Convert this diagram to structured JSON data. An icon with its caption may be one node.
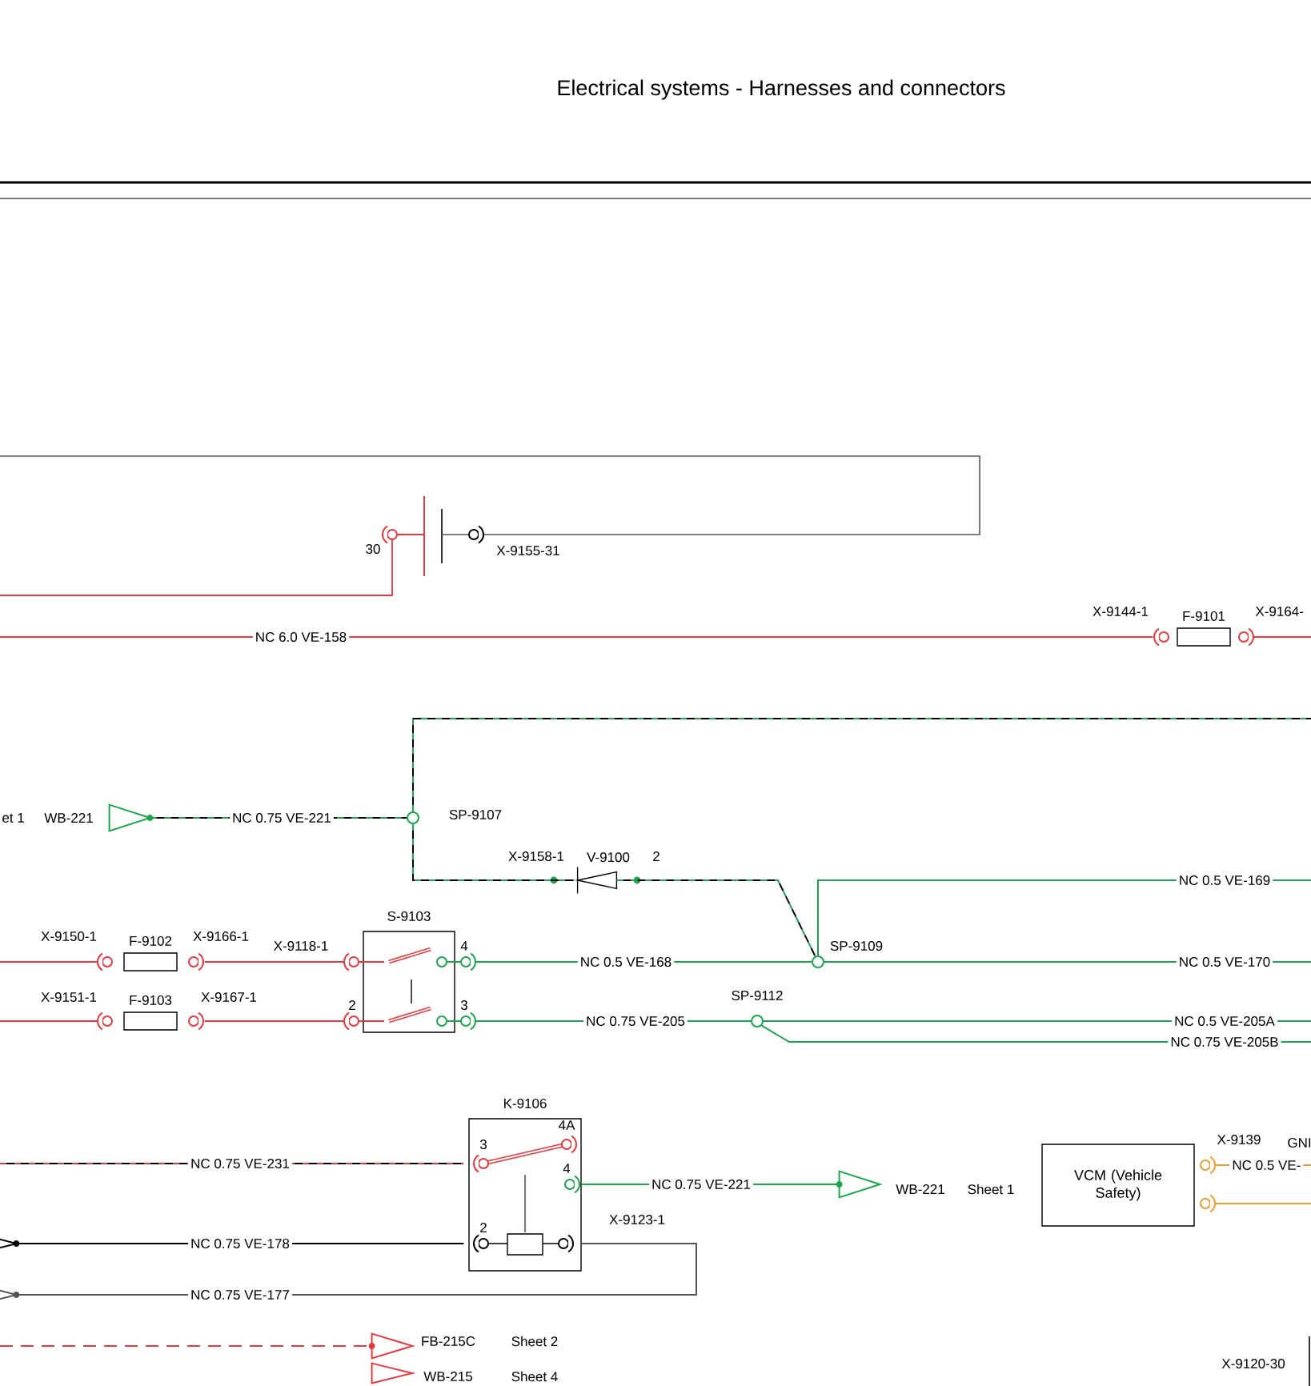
{
  "diagram": {
    "title": "Electrical systems - Harnesses and connectors",
    "nodes": [
      {
        "text": [
          "F-9101"
        ]
      },
      {
        "text": [
          "F-9102"
        ]
      },
      {
        "text": [
          "F-9103"
        ]
      },
      {
        "text": [
          "S-9103"
        ],
        "beside": [
          "4",
          "3"
        ]
      },
      {
        "text": [],
        "shape": "triangle",
        "beside": [
          "et 1",
          "WB-221"
        ]
      },
      {
        "text": [],
        "shape": "circle",
        "beside": [
          "SP-9107"
        ]
      },
      {
        "text": [
          "V-9100"
        ]
      },
      {
        "text": [],
        "shape": "circle",
        "beside": [
          "SP-9109"
        ]
      },
      {
        "text": [],
        "shape": "circle",
        "beside": [
          "SP-9112"
        ]
      },
      {
        "text": [
          "K-9106"
        ]
      },
      {
        "text": [],
        "shape": "triangle",
        "beside": [
          "WB-221",
          "Sheet 1"
        ]
      },
      {
        "text": [
          "VCM (Vehicle Safety)"
        ]
      },
      {
        "text": [],
        "shape": "triangle",
        "beside": [
          "FB-215C",
          "Sheet 2"
        ]
      },
      {
        "text": [],
        "shape": "triangle",
        "beside": [
          "WB-215",
          "Sheet 4"
        ]
      },
      {
        "text": [],
        "shape": "triangle"
      },
      {
        "text": [],
        "shape": "triangle"
      }
    ],
    "edges": [
      {
        "from": null,
        "to": 0,
        "arrow": "none",
        "label": "NC 6.0 VE-158",
        "color": "#e8383d"
      },
      {
        "from": 0,
        "to": null,
        "arrow": "none",
        "color": "#e8383d"
      },
      {
        "from": null,
        "to": 1,
        "arrow": "none",
        "color": "#e8383d"
      },
      {
        "from": null,
        "to": 2,
        "arrow": "none",
        "color": "#e8383d"
      },
      {
        "from": 1,
        "to": 3,
        "arrow": "none",
        "color": "#e8383d"
      },
      {
        "from": 2,
        "to": 3,
        "arrow": "none",
        "color": "#e8383d"
      },
      {
        "from": 4,
        "to": 5,
        "arrow": "none",
        "label": "NC 0.75 VE-221",
        "style": "dashed"
      },
      {
        "from": 5,
        "to": null,
        "arrow": "none",
        "style": "dashed"
      },
      {
        "from": 5,
        "to": 6,
        "arrow": "none",
        "style": "dashed"
      },
      {
        "from": 6,
        "to": 7,
        "arrow": "none",
        "style": "dashed"
      },
      {
        "from": 3,
        "to": 7,
        "arrow": "none",
        "label": "NC 0.5 VE-168"
      },
      {
        "from": 7,
        "to": null,
        "arrow": "none",
        "label": "NC 0.5 VE-169"
      },
      {
        "from": 7,
        "to": null,
        "arrow": "none",
        "label": "NC 0.5 VE-170"
      },
      {
        "from": 3,
        "to": 8,
        "arrow": "none",
        "label": "NC 0.75 VE-205"
      },
      {
        "from": 8,
        "to": null,
        "arrow": "none",
        "label": "NC 0.5 VE-205A"
      },
      {
        "from": 8,
        "to": null,
        "arrow": "none",
        "label": "NC 0.75 VE-205B"
      },
      {
        "from": null,
        "to": 9,
        "arrow": "none",
        "label": "NC 0.75 VE-231",
        "style": "dashed",
        "color": "#e8383d"
      },
      {
        "from": 14,
        "to": 9,
        "arrow": "none",
        "label": "NC 0.75 VE-178",
        "color": "#000000"
      },
      {
        "from": 15,
        "to": 9,
        "arrow": "none",
        "label": "NC 0.75 VE-177",
        "color": "#555555"
      },
      {
        "from": 9,
        "to": 10,
        "arrow": "none",
        "label": "NC 0.75 VE-221"
      },
      {
        "from": 11,
        "to": null,
        "arrow": "none",
        "label": "NC 0.5 VE-",
        "color": "#f59a2c"
      },
      {
        "from": 11,
        "to": null,
        "arrow": "none",
        "color": "#f59a2c"
      },
      {
        "from": null,
        "to": 12,
        "arrow": "none",
        "style": "dashed",
        "color": "#e8383d"
      }
    ],
    "labels": [
      "30",
      "X-9155-31",
      "X-9144-1",
      "X-9164-",
      "X-9158-1",
      "2",
      "X-9150-1",
      "X-9166-1",
      "X-9118-1",
      "X-9151-1",
      "X-9167-1",
      "2",
      "4A",
      "3",
      "X-9139",
      "GNI",
      "4",
      "2",
      "X-9123-1",
      "X-9120-30"
    ]
  }
}
